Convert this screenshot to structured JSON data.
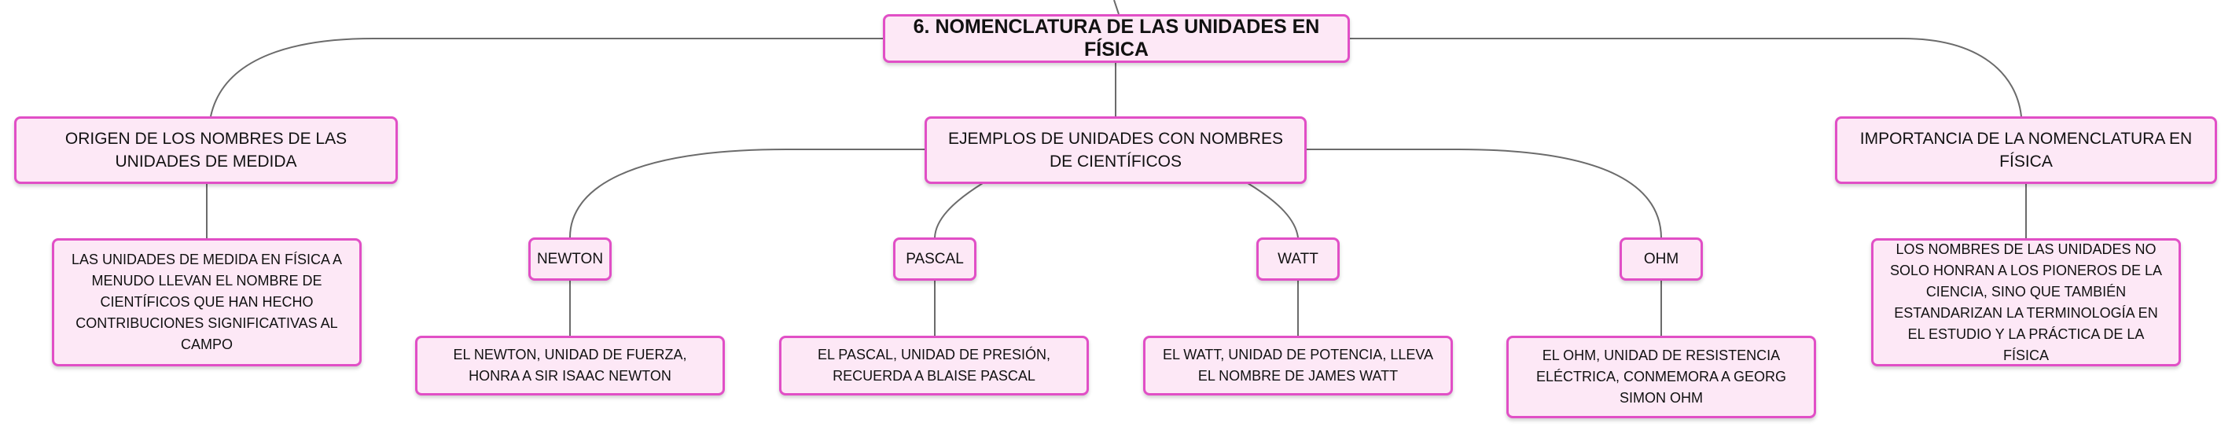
{
  "title": "6. NOMENCLATURA DE LAS UNIDADES EN FÍSICA",
  "branches": {
    "origen": {
      "label": "ORIGEN DE LOS NOMBRES DE LAS UNIDADES DE MEDIDA",
      "detail": "LAS UNIDADES DE MEDIDA EN FÍSICA A MENUDO LLEVAN EL NOMBRE DE CIENTÍFICOS QUE HAN HECHO CONTRIBUCIONES SIGNIFICATIVAS AL CAMPO"
    },
    "ejemplos": {
      "label": "EJEMPLOS DE UNIDADES CON NOMBRES DE CIENTÍFICOS",
      "units": [
        {
          "name": "NEWTON",
          "detail": "EL NEWTON, UNIDAD DE FUERZA, HONRA A SIR ISAAC NEWTON"
        },
        {
          "name": "PASCAL",
          "detail": "EL PASCAL, UNIDAD DE PRESIÓN, RECUERDA A BLAISE PASCAL"
        },
        {
          "name": "WATT",
          "detail": "EL WATT, UNIDAD DE POTENCIA, LLEVA EL NOMBRE DE JAMES WATT"
        },
        {
          "name": "OHM",
          "detail": "EL OHM, UNIDAD DE RESISTENCIA ELÉCTRICA, CONMEMORA A GEORG SIMON OHM"
        }
      ]
    },
    "importancia": {
      "label": "IMPORTANCIA DE LA NOMENCLATURA EN FÍSICA",
      "detail": "LOS NOMBRES DE LAS UNIDADES NO SOLO HONRAN A LOS PIONEROS DE LA CIENCIA, SINO QUE TAMBIÉN ESTANDARIZAN LA TERMINOLOGÍA EN EL ESTUDIO Y LA PRÁCTICA DE LA FÍSICA"
    }
  },
  "colors": {
    "node_fill": "#fde8f6",
    "node_border": "#e14fc6",
    "connector": "#6b6b6b"
  }
}
